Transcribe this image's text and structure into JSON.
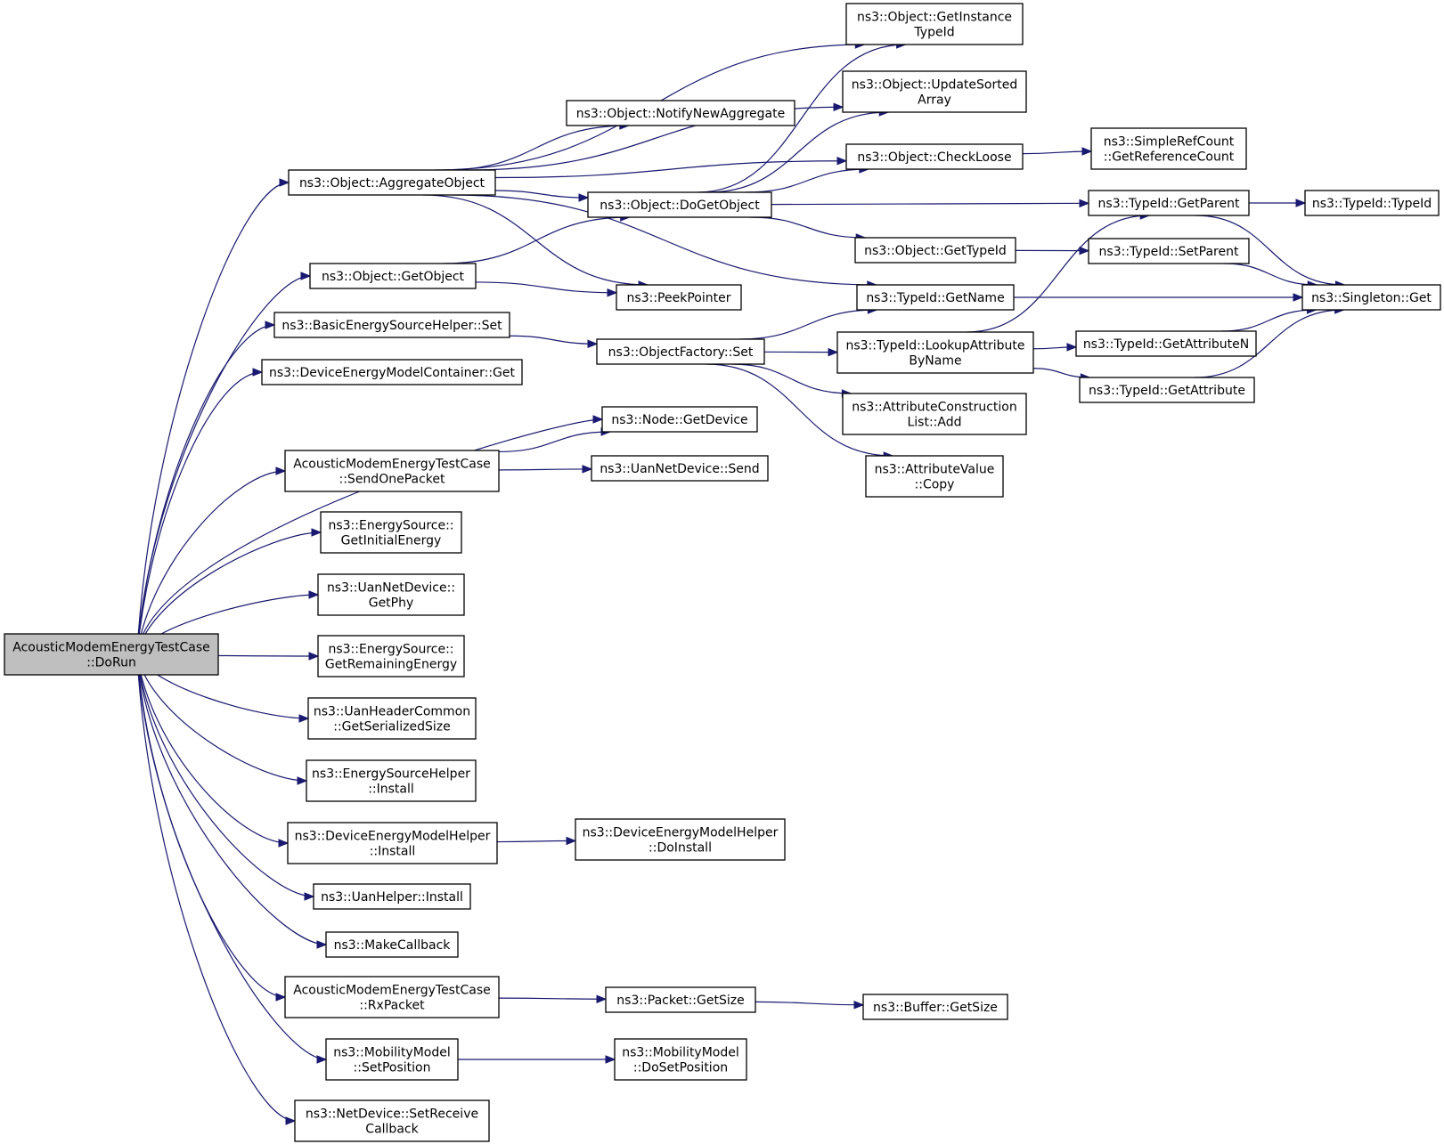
{
  "diagram": {
    "nodes": {
      "dorun": [
        "AcousticModemEnergyTestCase",
        "::DoRun"
      ],
      "aggregateObject": [
        "ns3::Object::AggregateObject"
      ],
      "getObject": [
        "ns3::Object::GetObject"
      ],
      "basicEnergySet": [
        "ns3::BasicEnergySourceHelper::Set"
      ],
      "demcGet": [
        "ns3::DeviceEnergyModelContainer::Get"
      ],
      "sendOnePacket": [
        "AcousticModemEnergyTestCase",
        "::SendOnePacket"
      ],
      "getInitialEnergy": [
        "ns3::EnergySource::",
        "GetInitialEnergy"
      ],
      "getPhy": [
        "ns3::UanNetDevice::",
        "GetPhy"
      ],
      "getRemainingEnergy": [
        "ns3::EnergySource::",
        "GetRemainingEnergy"
      ],
      "getSerializedSize": [
        "ns3::UanHeaderCommon",
        "::GetSerializedSize"
      ],
      "eshInstall": [
        "ns3::EnergySourceHelper",
        "::Install"
      ],
      "demhInstall": [
        "ns3::DeviceEnergyModelHelper",
        "::Install"
      ],
      "uanHelperInstall": [
        "ns3::UanHelper::Install"
      ],
      "makeCallback": [
        "ns3::MakeCallback"
      ],
      "rxPacket": [
        "AcousticModemEnergyTestCase",
        "::RxPacket"
      ],
      "setPosition": [
        "ns3::MobilityModel",
        "::SetPosition"
      ],
      "setReceiveCallback": [
        "ns3::NetDevice::SetReceive",
        "Callback"
      ],
      "notifyNewAggregate": [
        "ns3::Object::NotifyNewAggregate"
      ],
      "doGetObject": [
        "ns3::Object::DoGetObject"
      ],
      "peekPointer": [
        "ns3::PeekPointer"
      ],
      "objectFactorySet": [
        "ns3::ObjectFactory::Set"
      ],
      "nodeGetDevice": [
        "ns3::Node::GetDevice"
      ],
      "uanSend": [
        "ns3::UanNetDevice::Send"
      ],
      "demhDoInstall": [
        "ns3::DeviceEnergyModelHelper",
        "::DoInstall"
      ],
      "packetGetSize": [
        "ns3::Packet::GetSize"
      ],
      "doSetPosition": [
        "ns3::MobilityModel",
        "::DoSetPosition"
      ],
      "getInstanceTypeId": [
        "ns3::Object::GetInstance",
        "TypeId"
      ],
      "updateSortedArray": [
        "ns3::Object::UpdateSorted",
        "Array"
      ],
      "checkLoose": [
        "ns3::Object::CheckLoose"
      ],
      "objGetTypeId": [
        "ns3::Object::GetTypeId"
      ],
      "typeIdGetName": [
        "ns3::TypeId::GetName"
      ],
      "lookupAttributeByName": [
        "ns3::TypeId::LookupAttribute",
        "ByName"
      ],
      "attrConstructionListAdd": [
        "ns3::AttributeConstruction",
        "List::Add"
      ],
      "attrValueCopy": [
        "ns3::AttributeValue",
        "::Copy"
      ],
      "bufferGetSize": [
        "ns3::Buffer::GetSize"
      ],
      "getReferenceCount": [
        "ns3::SimpleRefCount",
        "::GetReferenceCount"
      ],
      "typeIdGetParent": [
        "ns3::TypeId::GetParent"
      ],
      "typeIdSetParent": [
        "ns3::TypeId::SetParent"
      ],
      "getAttributeN": [
        "ns3::TypeId::GetAttributeN"
      ],
      "getAttribute": [
        "ns3::TypeId::GetAttribute"
      ],
      "typeIdTypeId": [
        "ns3::TypeId::TypeId"
      ],
      "singletonGet": [
        "ns3::Singleton::Get"
      ]
    },
    "edges": [
      [
        "dorun",
        "aggregateObject"
      ],
      [
        "dorun",
        "getObject"
      ],
      [
        "dorun",
        "basicEnergySet"
      ],
      [
        "dorun",
        "demcGet"
      ],
      [
        "dorun",
        "nodeGetDevice"
      ],
      [
        "dorun",
        "sendOnePacket"
      ],
      [
        "dorun",
        "getInitialEnergy"
      ],
      [
        "dorun",
        "getPhy"
      ],
      [
        "dorun",
        "getRemainingEnergy"
      ],
      [
        "dorun",
        "getSerializedSize"
      ],
      [
        "dorun",
        "eshInstall"
      ],
      [
        "dorun",
        "demhInstall"
      ],
      [
        "dorun",
        "uanHelperInstall"
      ],
      [
        "dorun",
        "makeCallback"
      ],
      [
        "dorun",
        "rxPacket"
      ],
      [
        "dorun",
        "setPosition"
      ],
      [
        "dorun",
        "setReceiveCallback"
      ],
      [
        "aggregateObject",
        "getInstanceTypeId"
      ],
      [
        "aggregateObject",
        "updateSortedArray"
      ],
      [
        "aggregateObject",
        "notifyNewAggregate"
      ],
      [
        "aggregateObject",
        "checkLoose"
      ],
      [
        "aggregateObject",
        "doGetObject"
      ],
      [
        "aggregateObject",
        "peekPointer"
      ],
      [
        "aggregateObject",
        "typeIdGetName"
      ],
      [
        "getObject",
        "doGetObject"
      ],
      [
        "getObject",
        "peekPointer"
      ],
      [
        "doGetObject",
        "getInstanceTypeId"
      ],
      [
        "doGetObject",
        "updateSortedArray"
      ],
      [
        "doGetObject",
        "checkLoose"
      ],
      [
        "doGetObject",
        "typeIdGetParent"
      ],
      [
        "doGetObject",
        "objGetTypeId"
      ],
      [
        "checkLoose",
        "getReferenceCount"
      ],
      [
        "basicEnergySet",
        "objectFactorySet"
      ],
      [
        "objectFactorySet",
        "typeIdGetName"
      ],
      [
        "objectFactorySet",
        "lookupAttributeByName"
      ],
      [
        "objectFactorySet",
        "attrConstructionListAdd"
      ],
      [
        "objectFactorySet",
        "attrValueCopy"
      ],
      [
        "sendOnePacket",
        "nodeGetDevice"
      ],
      [
        "sendOnePacket",
        "uanSend"
      ],
      [
        "demhInstall",
        "demhDoInstall"
      ],
      [
        "rxPacket",
        "packetGetSize"
      ],
      [
        "packetGetSize",
        "bufferGetSize"
      ],
      [
        "setPosition",
        "doSetPosition"
      ],
      [
        "objGetTypeId",
        "typeIdSetParent"
      ],
      [
        "typeIdGetName",
        "singletonGet"
      ],
      [
        "lookupAttributeByName",
        "typeIdGetParent"
      ],
      [
        "lookupAttributeByName",
        "getAttributeN"
      ],
      [
        "lookupAttributeByName",
        "getAttribute"
      ],
      [
        "typeIdGetParent",
        "typeIdTypeId"
      ],
      [
        "typeIdGetParent",
        "singletonGet"
      ],
      [
        "typeIdSetParent",
        "singletonGet"
      ],
      [
        "getAttributeN",
        "singletonGet"
      ],
      [
        "getAttribute",
        "singletonGet"
      ]
    ]
  }
}
